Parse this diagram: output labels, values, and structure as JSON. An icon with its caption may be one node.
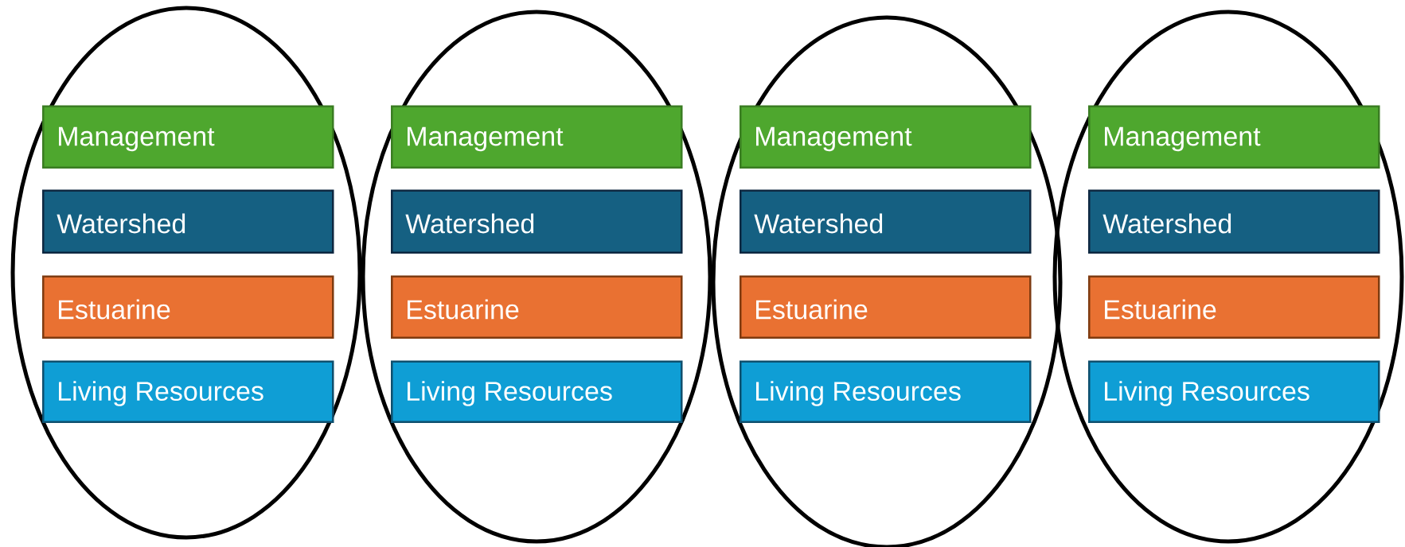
{
  "diagram": {
    "nodes": [
      {
        "text": [],
        "shape": "ellipse"
      },
      {
        "text": [
          "Management"
        ],
        "in": 0
      },
      {
        "text": [
          "Watershed"
        ],
        "in": 0
      },
      {
        "text": [
          "Estuarine"
        ],
        "in": 0
      },
      {
        "text": [
          "Living Resources"
        ],
        "in": 0
      },
      {
        "text": [],
        "shape": "ellipse"
      },
      {
        "text": [
          "Management"
        ],
        "in": 5
      },
      {
        "text": [
          "Watershed"
        ],
        "in": 5
      },
      {
        "text": [
          "Estuarine"
        ],
        "in": 5
      },
      {
        "text": [
          "Living Resources"
        ],
        "in": 5
      },
      {
        "text": [],
        "shape": "ellipse"
      },
      {
        "text": [
          "Management"
        ],
        "in": 10
      },
      {
        "text": [
          "Watershed"
        ],
        "in": 10
      },
      {
        "text": [
          "Estuarine"
        ],
        "in": 10
      },
      {
        "text": [
          "Living Resources"
        ],
        "in": 10
      },
      {
        "text": [],
        "shape": "ellipse"
      },
      {
        "text": [
          "Management"
        ],
        "in": 15
      },
      {
        "text": [
          "Watershed"
        ],
        "in": 15
      },
      {
        "text": [
          "Estuarine"
        ],
        "in": 15
      },
      {
        "text": [
          "Living Resources"
        ],
        "in": 15
      }
    ]
  }
}
